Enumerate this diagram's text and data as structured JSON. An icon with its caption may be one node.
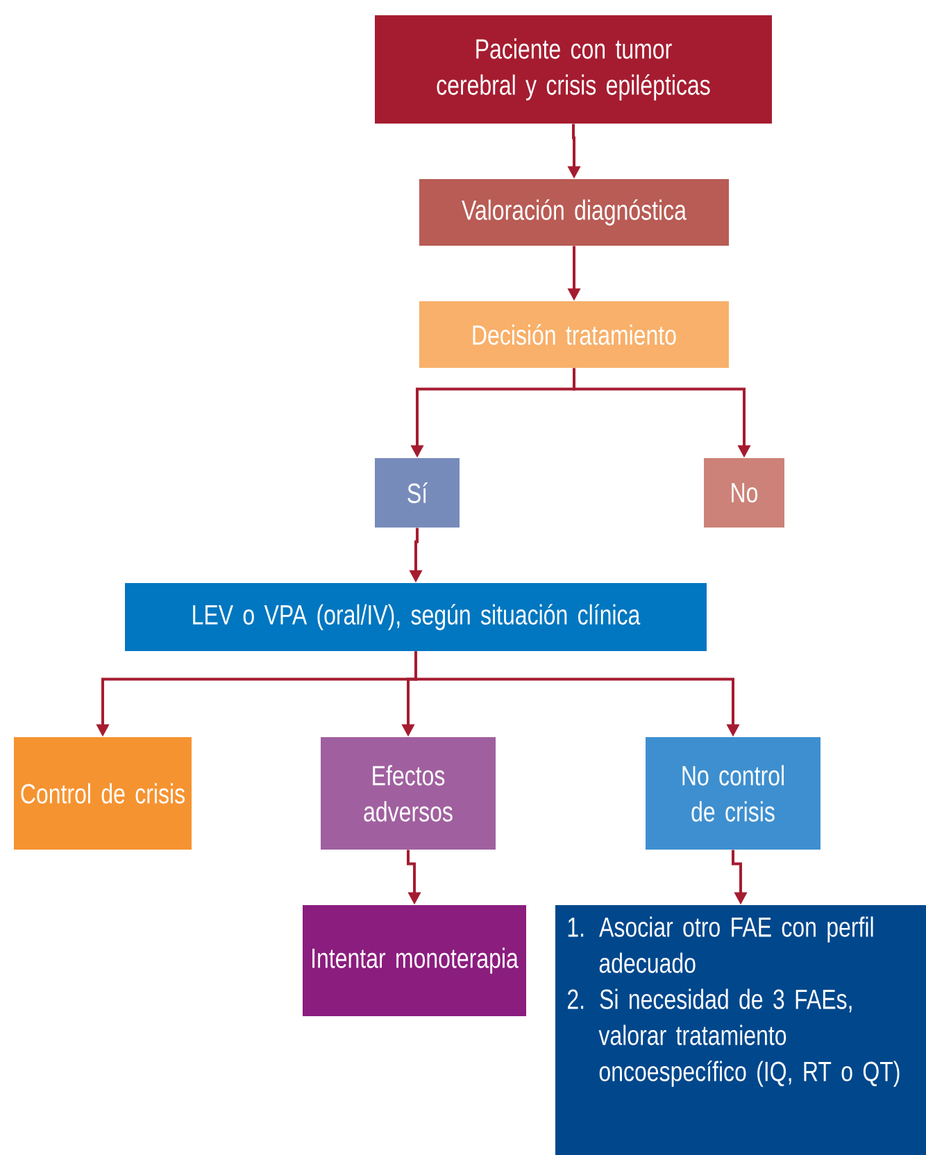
{
  "diagram": {
    "nodes": [
      {
        "text": [
          "Paciente con tumor cerebral y crisis epilépticas"
        ]
      },
      {
        "text": [
          "Valoración diagnóstica"
        ]
      },
      {
        "text": [
          "Decisión tratamiento"
        ]
      },
      {
        "text": [
          "Sí"
        ]
      },
      {
        "text": [
          "No"
        ]
      },
      {
        "text": [
          "LEV o VPA (oral/IV), según situación clínica"
        ]
      },
      {
        "text": [
          "Control de crisis"
        ]
      },
      {
        "text": [
          "Efectos adversos"
        ]
      },
      {
        "text": [
          "No control de crisis"
        ]
      },
      {
        "text": [
          "Intentar monoterapia"
        ]
      },
      {
        "text": [
          "1. Asociar otro FAE con perfil adecuado",
          "2. Si necesidad de 3 FAEs, valorar tratamiento oncoespecífico (IQ, RT o QT)"
        ]
      }
    ],
    "edges": [
      {
        "from": 0,
        "to": 1,
        "arrow": "to"
      },
      {
        "from": 1,
        "to": 2,
        "arrow": "to"
      },
      {
        "from": 2,
        "to": 3,
        "arrow": "to"
      },
      {
        "from": 2,
        "to": 4,
        "arrow": "to"
      },
      {
        "from": 3,
        "to": 5,
        "arrow": "to"
      },
      {
        "from": 5,
        "to": 6,
        "arrow": "to"
      },
      {
        "from": 5,
        "to": 7,
        "arrow": "to"
      },
      {
        "from": 5,
        "to": 8,
        "arrow": "to"
      },
      {
        "from": 7,
        "to": 9,
        "arrow": "to"
      },
      {
        "from": 8,
        "to": 10,
        "arrow": "to"
      }
    ]
  }
}
